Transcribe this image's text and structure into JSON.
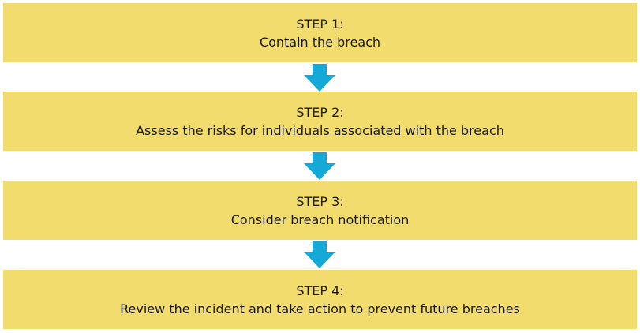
{
  "steps": [
    {
      "heading": "STEP 1:",
      "text": "Contain the breach"
    },
    {
      "heading": "STEP 2:",
      "text": "Assess the risks for individuals associated with the breach"
    },
    {
      "heading": "STEP 3:",
      "text": "Consider breach notification"
    },
    {
      "heading": "STEP 4:",
      "text": "Review the incident and take action to prevent future breaches"
    }
  ],
  "colors": {
    "box": "#f2dc6e",
    "arrow": "#14a9d6",
    "text": "#1a1a1a"
  },
  "icons": {
    "connector": "arrow-down-icon"
  }
}
